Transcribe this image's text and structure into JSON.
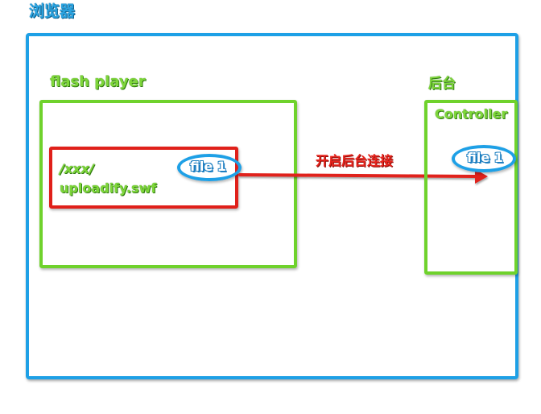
{
  "browser": {
    "title": "浏览器",
    "color": "#1ea0e6"
  },
  "flash_player": {
    "title": "flash player",
    "color": "#6fd22c"
  },
  "uploadify": {
    "path_label": "/xxx/",
    "file_label": "uploadify.swf",
    "color": "#e0201a"
  },
  "client_file": {
    "label": "file 1"
  },
  "connection": {
    "label": "开启后台连接",
    "color": "#e0201a"
  },
  "backend": {
    "title": "后台",
    "controller_label": "Controller",
    "file_label": "file 1",
    "color": "#6fd22c"
  }
}
